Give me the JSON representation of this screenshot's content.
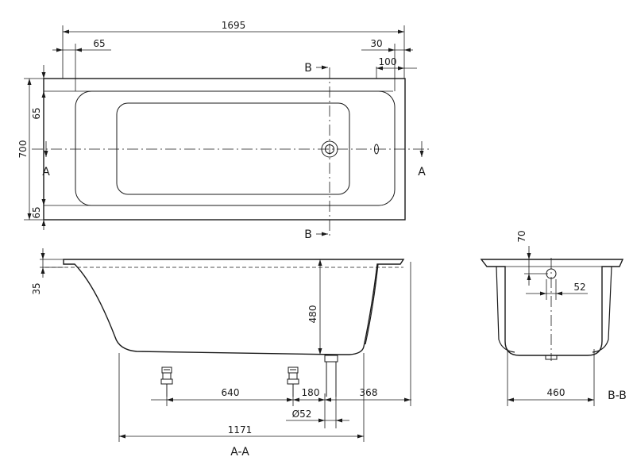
{
  "dimensions": {
    "overall_length": "1695",
    "rim_left": "65",
    "rim_right_30": "30",
    "rim_right_100": "100",
    "rim_top": "65",
    "overall_width": "700",
    "rim_bottom": "65",
    "rim_height": "35",
    "depth": "480",
    "feet_spacing": "640",
    "waste_offset": "180",
    "waste_to_end": "368",
    "waste_diameter": "Ø52",
    "base_length": "1171",
    "end_rim": "70",
    "end_waste": "52",
    "end_base": "460"
  },
  "labels": {
    "section_b_top": "B",
    "section_b_bottom": "B",
    "section_a_left": "A",
    "section_a_right": "A",
    "view_aa": "A-A",
    "view_bb": "B-B"
  }
}
